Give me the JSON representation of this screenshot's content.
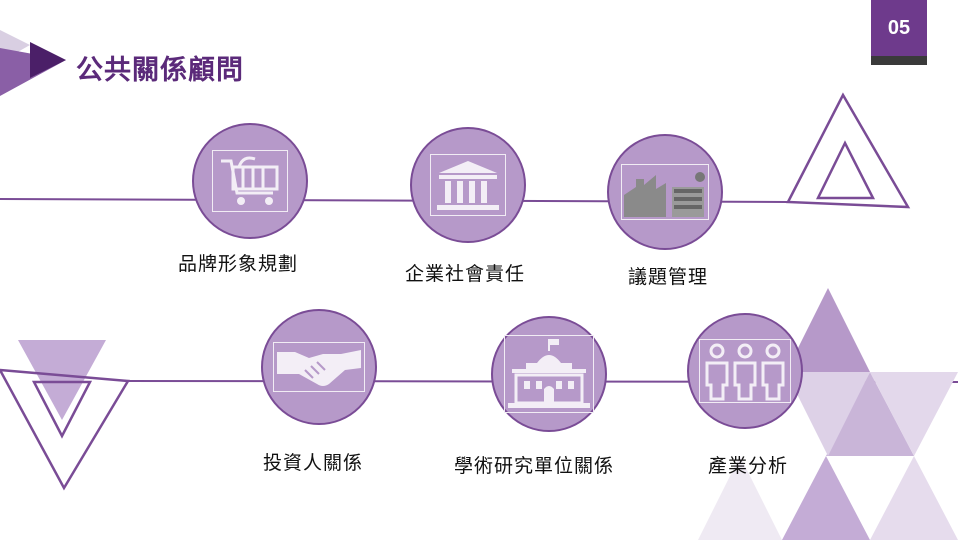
{
  "title": "公共關係顧問",
  "page_number": "05",
  "colors": {
    "accent": "#6e3a8c",
    "circle_fill": "#b699c9",
    "line": "#7a4c96"
  },
  "services": [
    {
      "label": "品牌形象規劃",
      "icon": "shopping-cart-icon"
    },
    {
      "label": "企業社會責任",
      "icon": "bank-building-icon"
    },
    {
      "label": "議題管理",
      "icon": "factory-icon"
    },
    {
      "label": "投資人關係",
      "icon": "handshake-icon"
    },
    {
      "label": "學術研究單位關係",
      "icon": "university-building-icon"
    },
    {
      "label": "產業分析",
      "icon": "people-group-icon"
    }
  ]
}
